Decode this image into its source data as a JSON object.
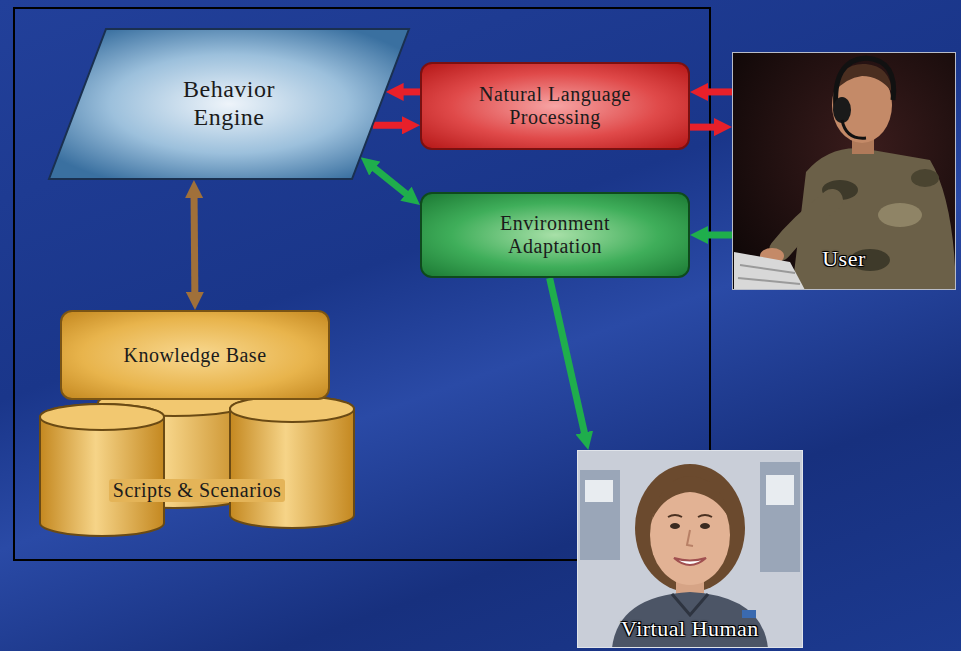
{
  "diagram": {
    "nodes": [
      {
        "text": [
          "Behavior Engine"
        ]
      },
      {
        "text": [
          "Natural Language Processing"
        ]
      },
      {
        "text": [
          "User"
        ]
      },
      {
        "text": [
          "Environment Adaptation"
        ]
      },
      {
        "text": [
          "Knowledge Base"
        ]
      },
      {
        "text": [
          "Scripts & Scenarios"
        ]
      },
      {
        "text": [
          "Virtual Human"
        ]
      }
    ],
    "edges": [
      {
        "from": 1,
        "to": 0,
        "arrow": "to"
      },
      {
        "from": 0,
        "to": 1,
        "arrow": "to"
      },
      {
        "from": 2,
        "to": 1,
        "arrow": "to"
      },
      {
        "from": 1,
        "to": 2,
        "arrow": "to"
      },
      {
        "from": 0,
        "to": 3,
        "arrow": "both"
      },
      {
        "from": 2,
        "to": 3,
        "arrow": "to"
      },
      {
        "from": 3,
        "to": 6,
        "arrow": "to"
      },
      {
        "from": 0,
        "to": 4,
        "arrow": "both"
      }
    ]
  }
}
